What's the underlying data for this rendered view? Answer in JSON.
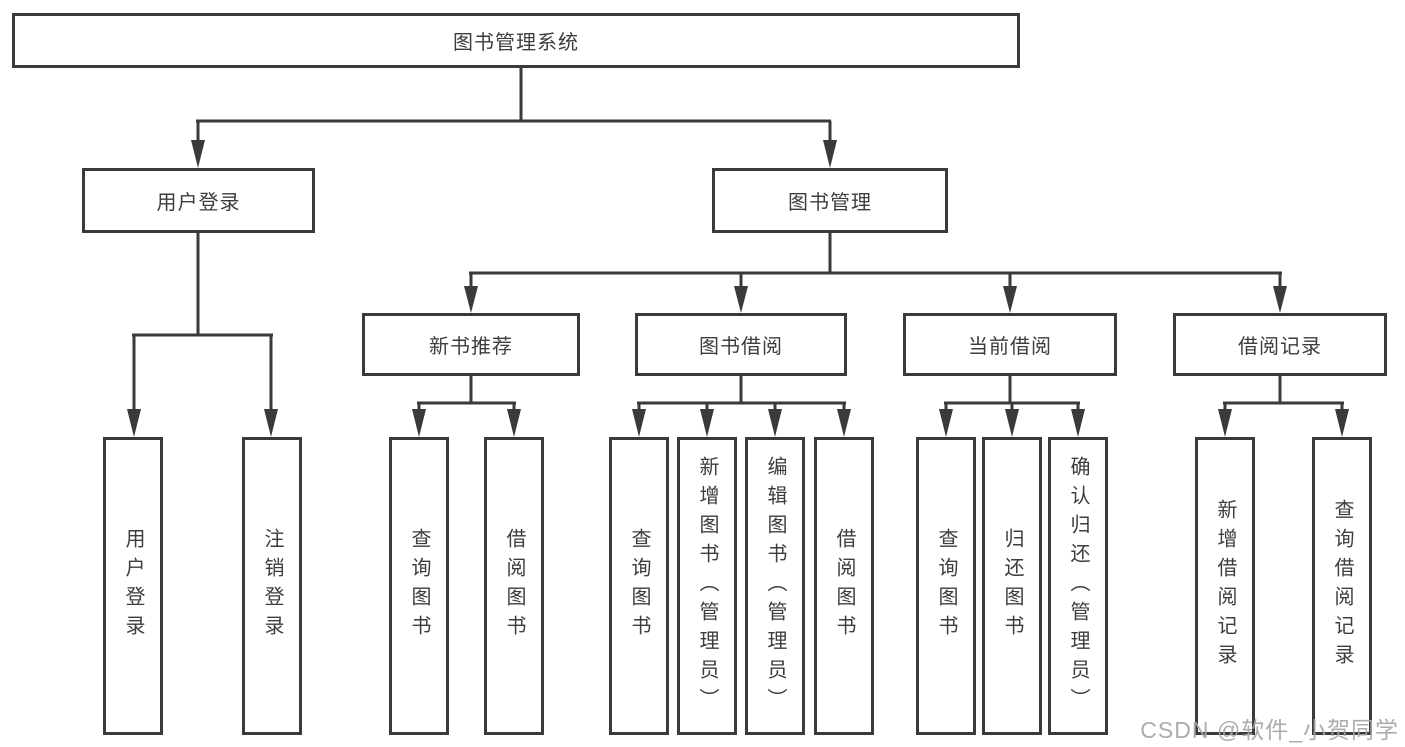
{
  "diagram": {
    "root": {
      "label": "图书管理系统",
      "children": [
        {
          "label": "用户登录",
          "children": [
            {
              "label": "用户登录"
            },
            {
              "label": "注销登录"
            }
          ]
        },
        {
          "label": "图书管理",
          "children": [
            {
              "label": "新书推荐",
              "children": [
                {
                  "label": "查询图书"
                },
                {
                  "label": "借阅图书"
                }
              ]
            },
            {
              "label": "图书借阅",
              "children": [
                {
                  "label": "查询图书"
                },
                {
                  "label": "新增图书（管理员）"
                },
                {
                  "label": "编辑图书（管理员）"
                },
                {
                  "label": "借阅图书"
                }
              ]
            },
            {
              "label": "当前借阅",
              "children": [
                {
                  "label": "查询图书"
                },
                {
                  "label": "归还图书"
                },
                {
                  "label": "确认归还（管理员）"
                }
              ]
            },
            {
              "label": "借阅记录",
              "children": [
                {
                  "label": "新增借阅记录"
                },
                {
                  "label": "查询借阅记录"
                }
              ]
            }
          ]
        }
      ]
    }
  },
  "watermark": {
    "text": "CSDN @软件_小贺同学"
  },
  "colors": {
    "line": "#3a3a3a",
    "text": "#3d3d3d",
    "background": "#ffffff",
    "watermark": "#a6a6a6"
  }
}
